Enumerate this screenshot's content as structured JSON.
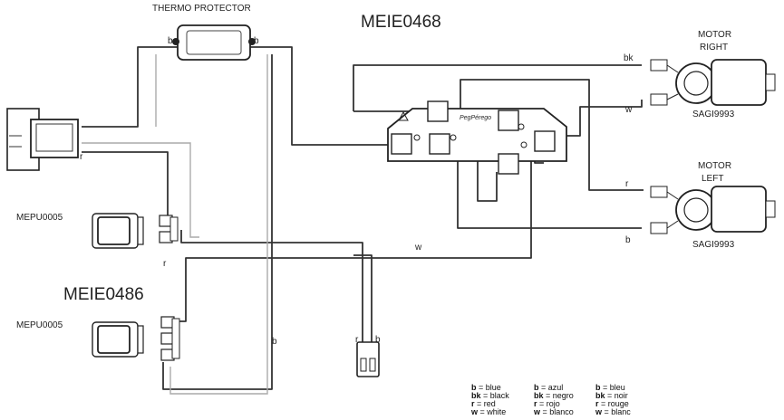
{
  "diagram": {
    "title_main": "MEIE0468",
    "title_secondary": "MEIE0486",
    "thermo_label": "THERMO PROTECTOR",
    "motor_right": {
      "line1": "MOTOR",
      "line2": "RIGHT",
      "part": "SAGI9993"
    },
    "motor_left": {
      "line1": "MOTOR",
      "line2": "LEFT",
      "part": "SAGI9993"
    },
    "pedal_top_label": "MEPU0005",
    "pedal_bottom_label": "MEPU0005",
    "board_brand": "PegPérego",
    "wire_labels": {
      "thermo_left_b": "b",
      "thermo_right_b": "b",
      "bk_top": "bk",
      "w_right": "w",
      "r_right": "r",
      "b_right": "b",
      "r_connector_left": "r",
      "r_pedal": "r",
      "w_bottom": "w",
      "b_long": "b",
      "plug_r": "r",
      "plug_b": "b"
    }
  },
  "legend": [
    [
      {
        "code": "b",
        "meaning": "= blue"
      },
      {
        "code": "bk",
        "meaning": "= black"
      },
      {
        "code": "r",
        "meaning": "= red"
      },
      {
        "code": "w",
        "meaning": "= white"
      }
    ],
    [
      {
        "code": "b",
        "meaning": "= azul"
      },
      {
        "code": "bk",
        "meaning": "= negro"
      },
      {
        "code": "r",
        "meaning": "= rojo"
      },
      {
        "code": "w",
        "meaning": "= blanco"
      }
    ],
    [
      {
        "code": "b",
        "meaning": "= bleu"
      },
      {
        "code": "bk",
        "meaning": "= noir"
      },
      {
        "code": "r",
        "meaning": "= rouge"
      },
      {
        "code": "w",
        "meaning": "= blanc"
      }
    ]
  ]
}
